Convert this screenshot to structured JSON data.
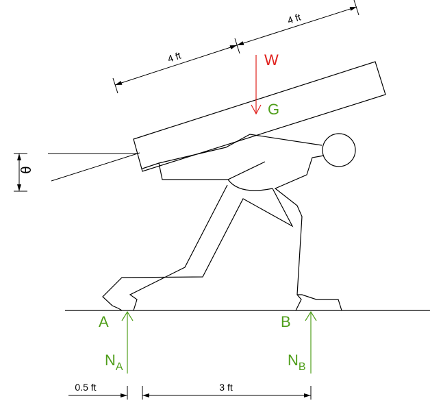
{
  "labels": {
    "weight": "W",
    "center_of_gravity": "G",
    "point_a": "A",
    "point_b": "B",
    "normal_a_base": "N",
    "normal_a_sub": "A",
    "normal_b_base": "N",
    "normal_b_sub": "B",
    "angle": "θ"
  },
  "dimensions": {
    "plank_left": "4 ft",
    "plank_right": "4 ft",
    "ground_left": "0.5 ft",
    "ground_right": "3 ft"
  },
  "colors": {
    "weight": "#e0201c",
    "reaction": "#4f9e1a",
    "line": "#000000"
  }
}
